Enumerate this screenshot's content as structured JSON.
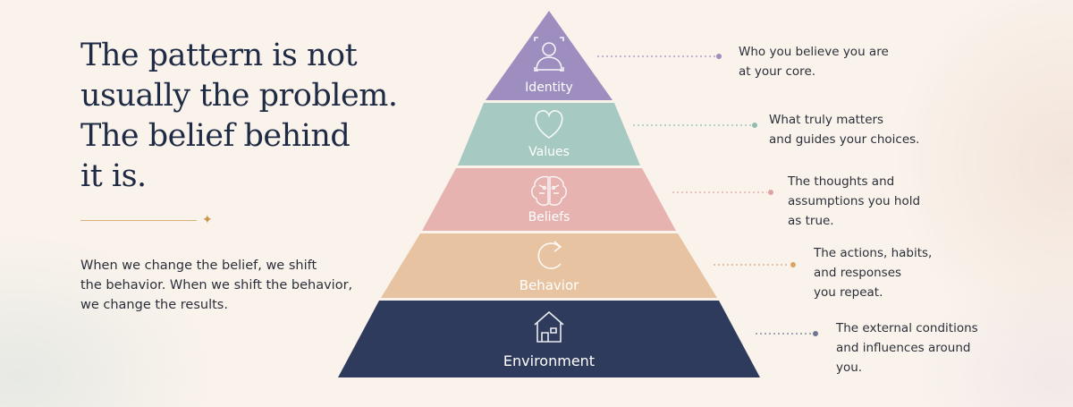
{
  "headline": {
    "lines": [
      "The pattern is not",
      "usually the problem.",
      "The belief behind",
      "it is."
    ]
  },
  "divider_icon": "sparkle-icon",
  "body": {
    "lines": [
      "When we change the belief, we shift",
      "the behavior. When we shift the behavior,",
      "we change the results."
    ]
  },
  "levels": [
    {
      "label": "Identity",
      "icon": "person-icon",
      "color": "#9e8ec0",
      "dot_color": "#9e8ec0",
      "description": [
        "Who you believe you are",
        "at your core."
      ]
    },
    {
      "label": "Values",
      "icon": "heart-icon",
      "color": "#a6c9c1",
      "dot_color": "#8fbdb3",
      "description": [
        "What truly matters",
        "and guides your choices."
      ]
    },
    {
      "label": "Beliefs",
      "icon": "brain-icon",
      "color": "#e7b3b1",
      "dot_color": "#e0a3a4",
      "description": [
        "The thoughts and",
        "assumptions you hold",
        "as true."
      ]
    },
    {
      "label": "Behavior",
      "icon": "refresh-cycle-icon",
      "color": "#e7c3a1",
      "dot_color": "#d9a36b",
      "description": [
        "The actions, habits,",
        "and responses",
        "you repeat."
      ]
    },
    {
      "label": "Environment",
      "icon": "house-icon",
      "color": "#2f3b5c",
      "dot_color": "#6f7892",
      "description": [
        "The external conditions",
        "and influences around",
        "you."
      ]
    }
  ]
}
